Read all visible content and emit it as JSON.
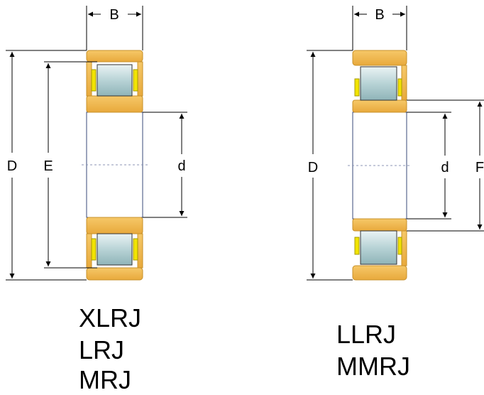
{
  "left_bearing": {
    "labels": {
      "width": "B",
      "outer": "D",
      "raceway": "E",
      "bore": "d"
    },
    "series": [
      "XLRJ",
      "LRJ",
      "MRJ"
    ]
  },
  "right_bearing": {
    "labels": {
      "width": "B",
      "outer": "D",
      "bore": "d",
      "raceway": "F"
    },
    "series": [
      "LLRJ",
      "MMRJ"
    ]
  },
  "colors": {
    "ring": "#f2b84e",
    "ring_dark": "#c8912a",
    "roller": "#b9d6d8",
    "cage": "#f2e400",
    "line": "#000000",
    "outline": "#3a4a7a"
  }
}
